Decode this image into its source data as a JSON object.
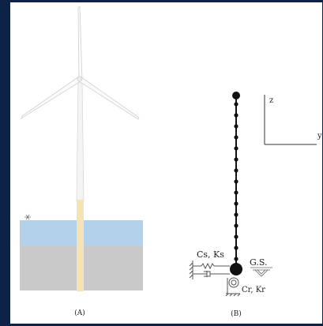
{
  "panels": {
    "a": {
      "caption": "(A)"
    },
    "b": {
      "caption": "(B)",
      "spring_label": "Cs, Ks",
      "rot_spring_label": "Cr, Kr",
      "ground_label": "G.S."
    }
  },
  "axes": {
    "z_label": "z",
    "y_label": "y"
  },
  "colors": {
    "frame_border": "#0e2147",
    "water": "#b3d1ea",
    "soil": "#c9c9c9",
    "monopile": "#f5e3b6",
    "tower": "#e6e6e6",
    "beam": "#111111"
  },
  "model": {
    "lumped_mass_count": 15
  }
}
